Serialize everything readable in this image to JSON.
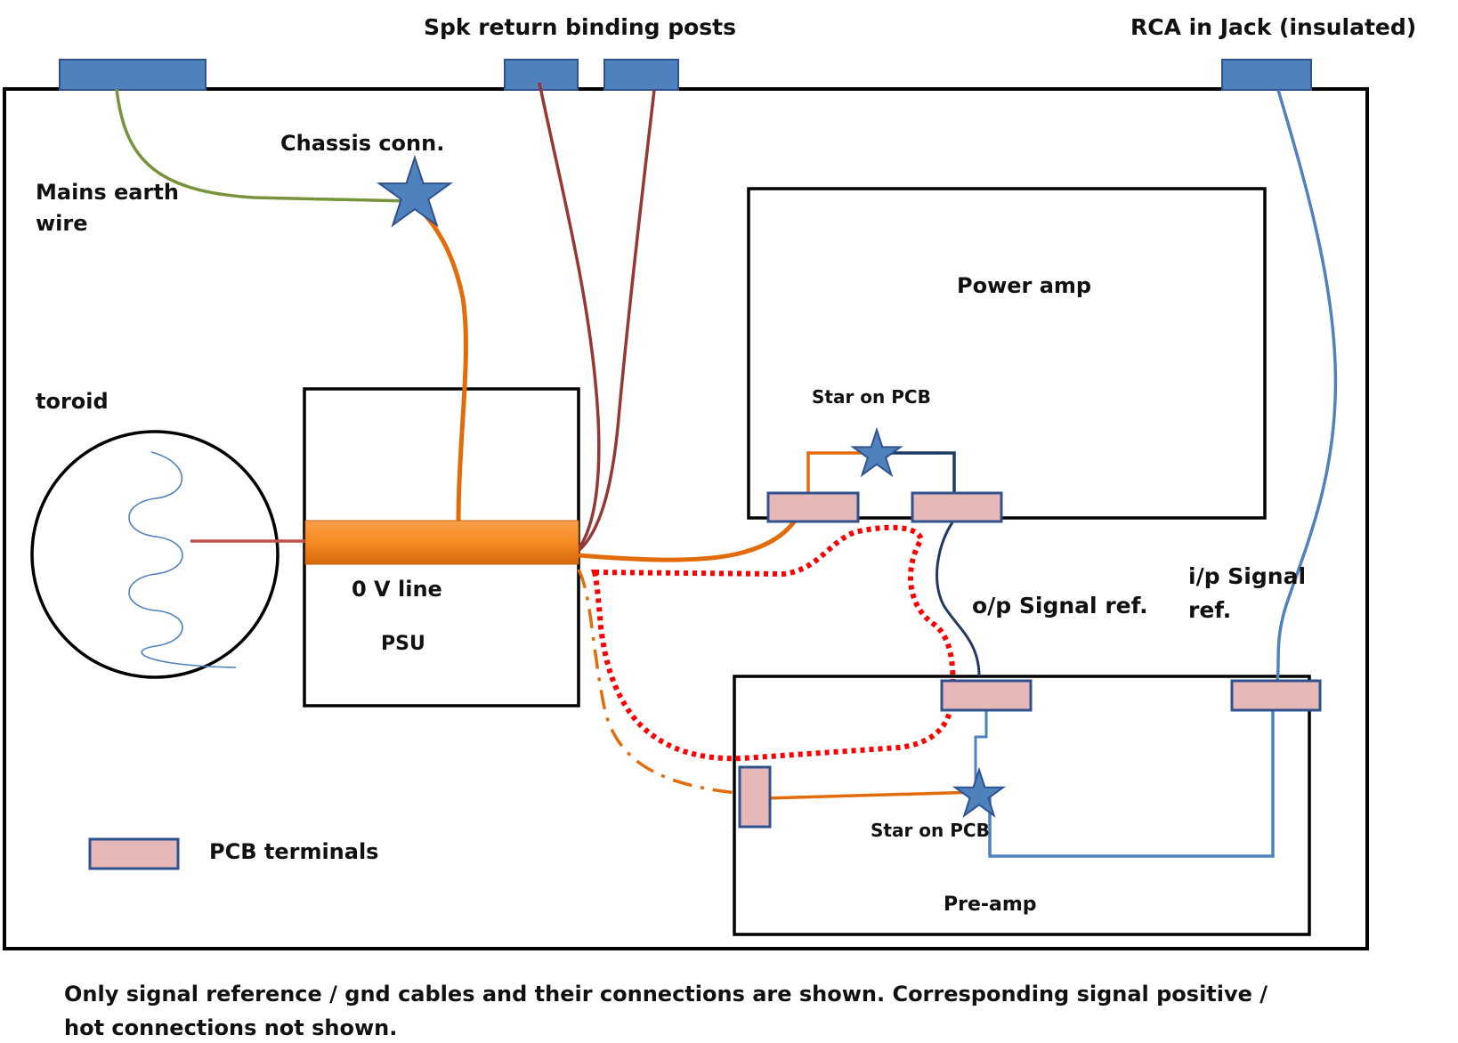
{
  "labels": {
    "spk_return": "Spk return binding posts",
    "rca_jack": "RCA in Jack (insulated)",
    "chassis_conn": "Chassis conn.",
    "mains_earth_line1": "Mains earth",
    "mains_earth_line2": "wire",
    "toroid": "toroid",
    "zero_v_line": "0 V line",
    "psu": "PSU",
    "power_amp": "Power amp",
    "star_on_pcb_power": "Star on PCB",
    "star_on_pcb_pre": "Star on PCB",
    "op_signal_ref": "o/p Signal ref.",
    "ip_signal_ref_line1": "i/p Signal",
    "ip_signal_ref_line2": "ref.",
    "pre_amp": "Pre-amp",
    "pcb_terminals": "PCB terminals"
  },
  "note": {
    "line1": "Only signal reference / gnd cables and their connections are shown. Corresponding signal positive /",
    "line2": "hot connections not shown."
  },
  "colors": {
    "connector_fill": "#4f81bd",
    "connector_stroke": "#2f528f",
    "terminal_fill": "#e6b9b8",
    "terminal_stroke": "#2f528f",
    "mains_earth": "#77933c",
    "ground_orange": "#e36c0a",
    "speaker_return": "#953735",
    "signal_dark": "#1f3864",
    "signal_blue": "#4f81bd",
    "dotted_red": "#ff0000",
    "star_fill": "#4f81bd",
    "coil": "#4f81bd"
  }
}
